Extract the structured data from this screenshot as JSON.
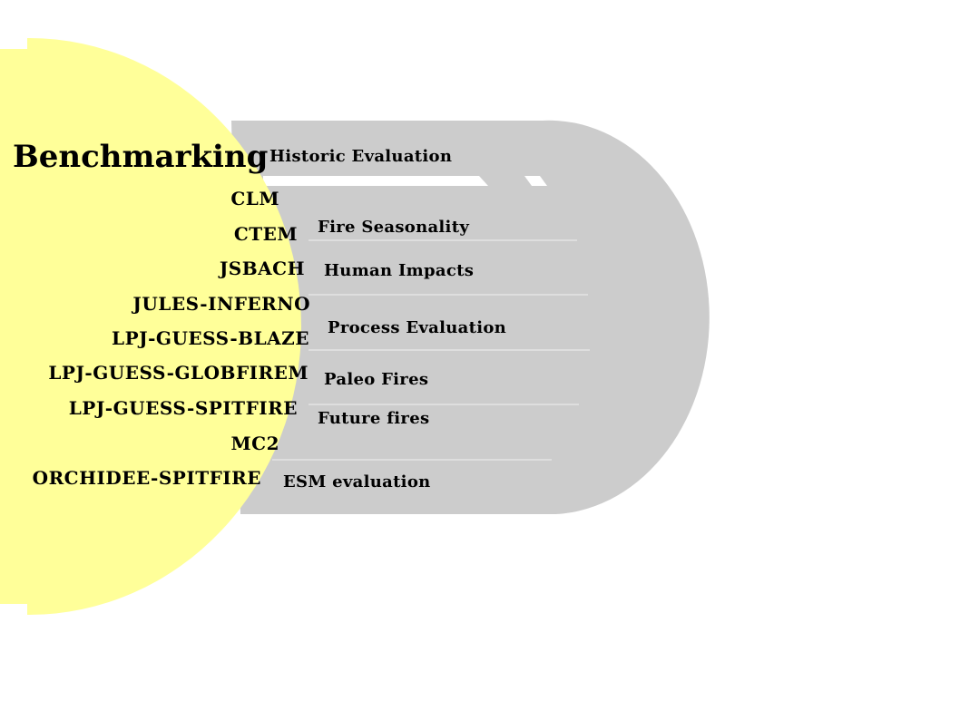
{
  "title": "Benchmarking",
  "models": [
    "CLM",
    "CTEM",
    "JSBACH",
    "JULES-INFERNO",
    "LPJ-GUESS-BLAZE",
    "LPJ-GUESS-GLOBFIREM",
    "LPJ-GUESS-SPITFIRE",
    "MC2",
    "ORCHIDEE-SPITFIRE"
  ],
  "evaluations": [
    "Historic Evaluation",
    "Fire Seasonality",
    "Human Impacts",
    "Process Evaluation",
    "Paleo Fires",
    "Future fires",
    "ESM evaluation"
  ],
  "colors": {
    "circle_fill": "#ffff99",
    "band_fill": "#cccccc",
    "separator": "#e8e8e8",
    "background": "#ffffff",
    "text": "#000000"
  }
}
